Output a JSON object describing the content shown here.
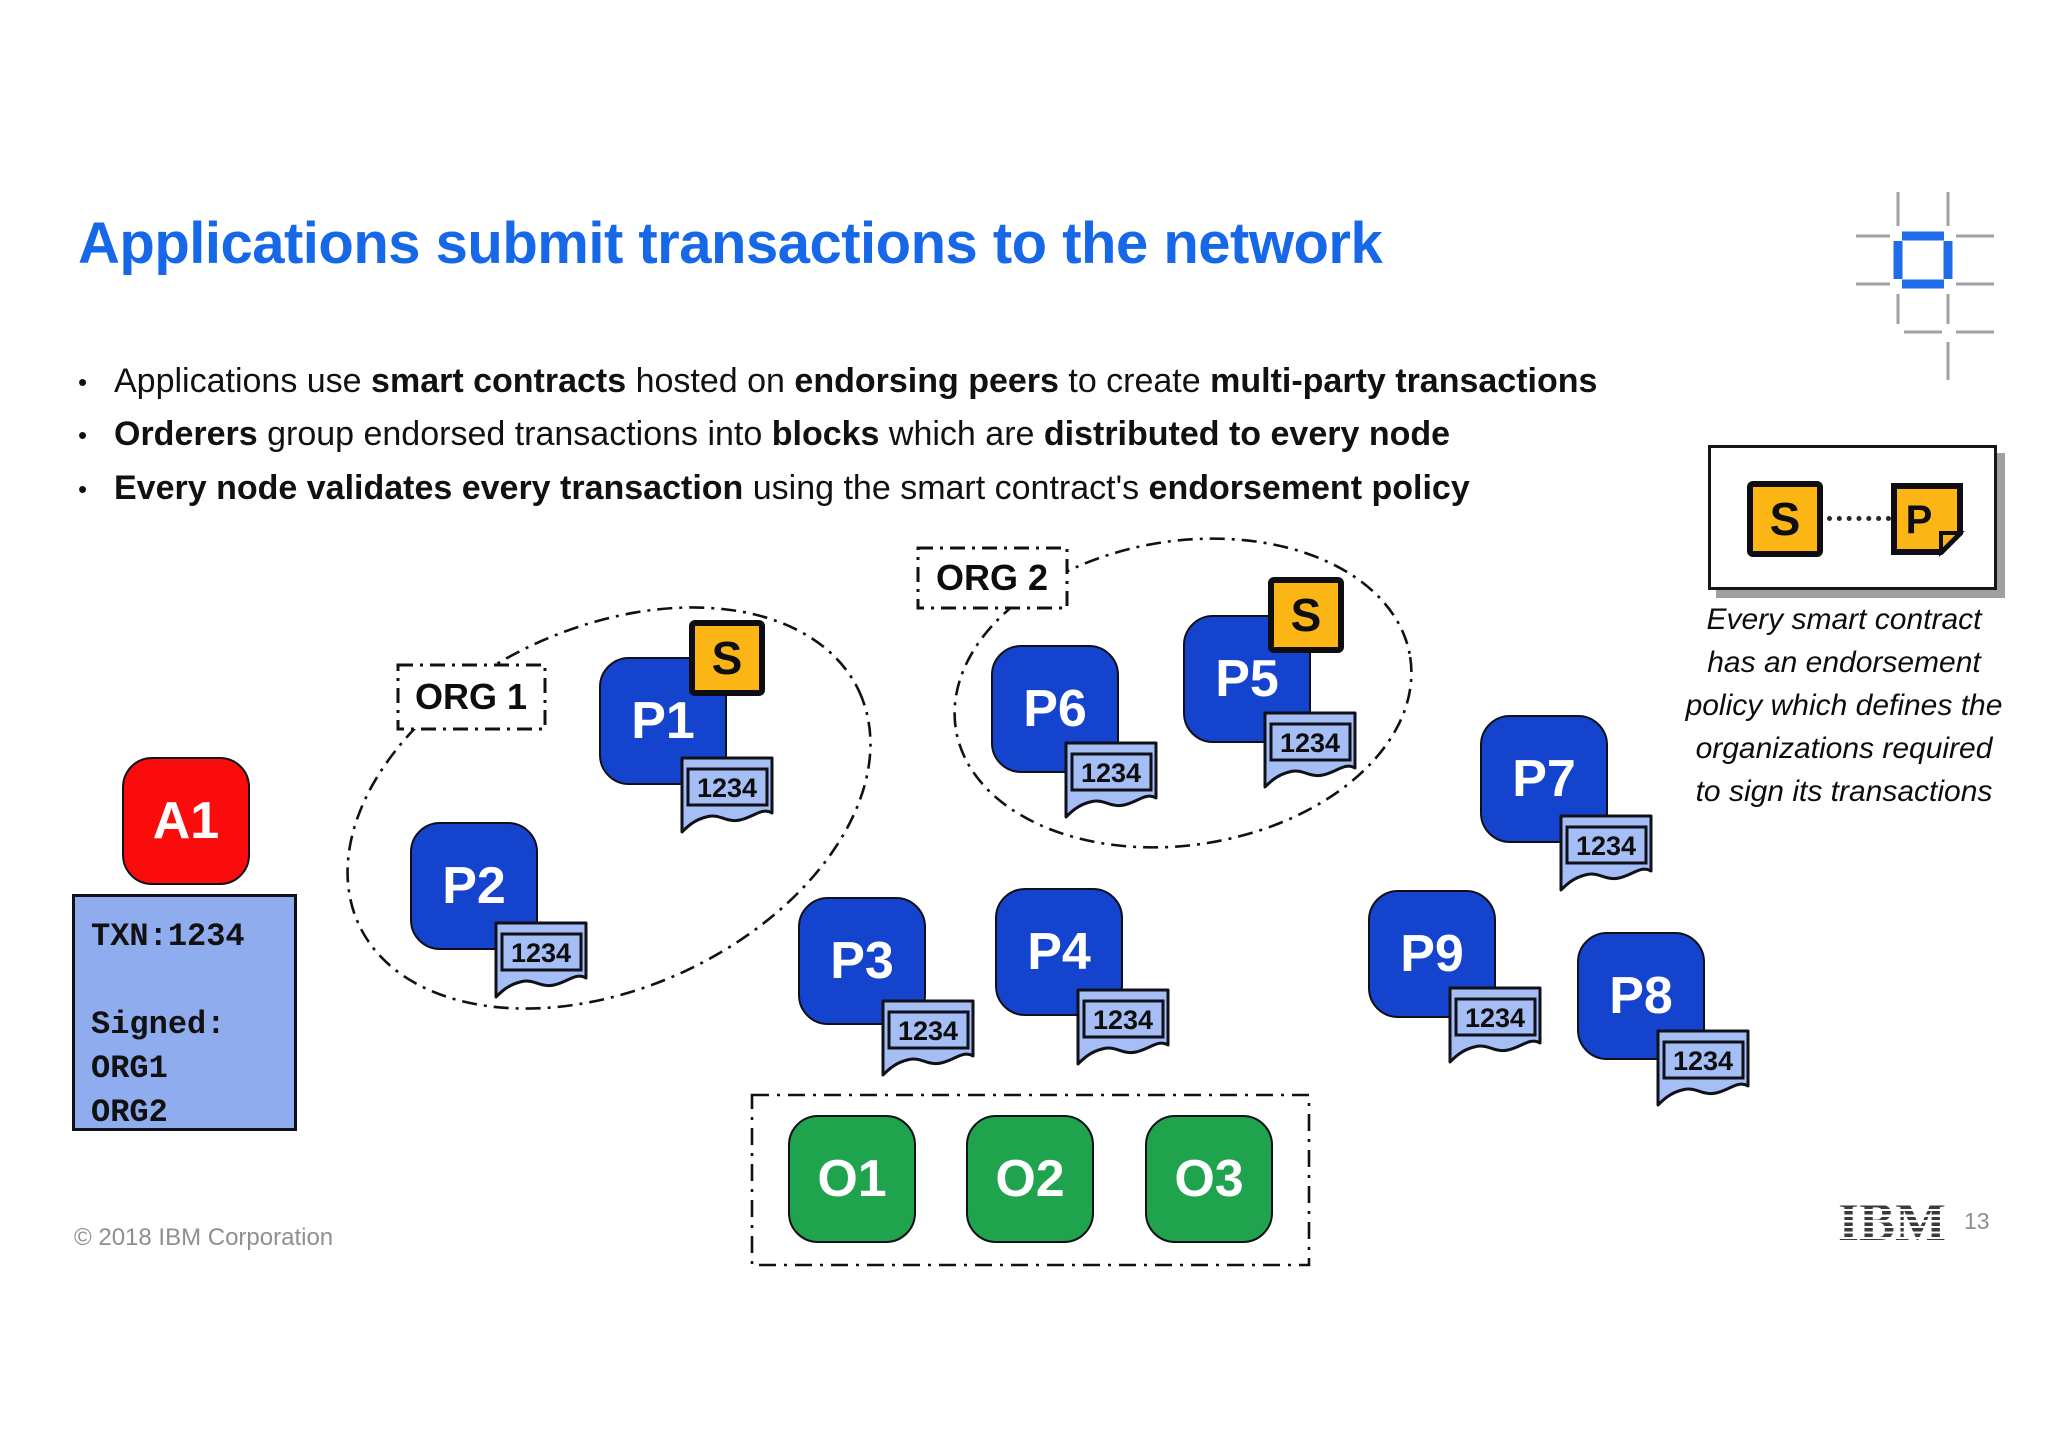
{
  "slide": {
    "title": "Applications submit transactions to the network",
    "copyright": "© 2018 IBM Corporation",
    "page_number": "13"
  },
  "bullets": [
    {
      "segments": [
        {
          "text": "Applications use ",
          "bold": false
        },
        {
          "text": "smart contracts",
          "bold": true
        },
        {
          "text": " hosted on ",
          "bold": false
        },
        {
          "text": "endorsing peers",
          "bold": true
        },
        {
          "text": " to create ",
          "bold": false
        },
        {
          "text": "multi-party transactions",
          "bold": true
        }
      ]
    },
    {
      "segments": [
        {
          "text": "Orderers",
          "bold": true
        },
        {
          "text": " group endorsed transactions into ",
          "bold": false
        },
        {
          "text": "blocks",
          "bold": true
        },
        {
          "text": " which are ",
          "bold": false
        },
        {
          "text": "distributed to every node",
          "bold": true
        }
      ]
    },
    {
      "segments": [
        {
          "text": "Every node validates every transaction",
          "bold": true
        },
        {
          "text": " using the smart contract's ",
          "bold": false
        },
        {
          "text": "endorsement policy",
          "bold": true
        }
      ]
    }
  ],
  "diagram": {
    "app_label": "A1",
    "txn_card": {
      "lines": [
        "TXN:1234",
        "",
        "Signed:",
        "ORG1",
        "ORG2"
      ]
    },
    "org1_label": "ORG 1",
    "org2_label": "ORG 2",
    "peer_labels": [
      "P1",
      "P2",
      "P3",
      "P4",
      "P5",
      "P6",
      "P7",
      "P8",
      "P9"
    ],
    "orderer_labels": [
      "O1",
      "O2",
      "O3"
    ],
    "smart_contract_label": "S",
    "block_label": "1234"
  },
  "legend": {
    "s_label": "S",
    "p_label": "P",
    "caption_lines": [
      "Every smart contract",
      "has an endorsement",
      "policy which defines the",
      "organizations required",
      "to sign its transactions"
    ]
  },
  "icons": {
    "decorative_top_right": "grid-crosshair-icon",
    "footer_logo": "ibm-8bar-logo"
  },
  "colors": {
    "title_blue": "#1668E8",
    "peer_blue": "#1443CD",
    "orderer_green": "#1FA34C",
    "contract_yellow": "#FBB515",
    "app_red": "#FA0C0C",
    "block_blue": "#A6BEF6",
    "txn_blue": "#8FACEE"
  }
}
